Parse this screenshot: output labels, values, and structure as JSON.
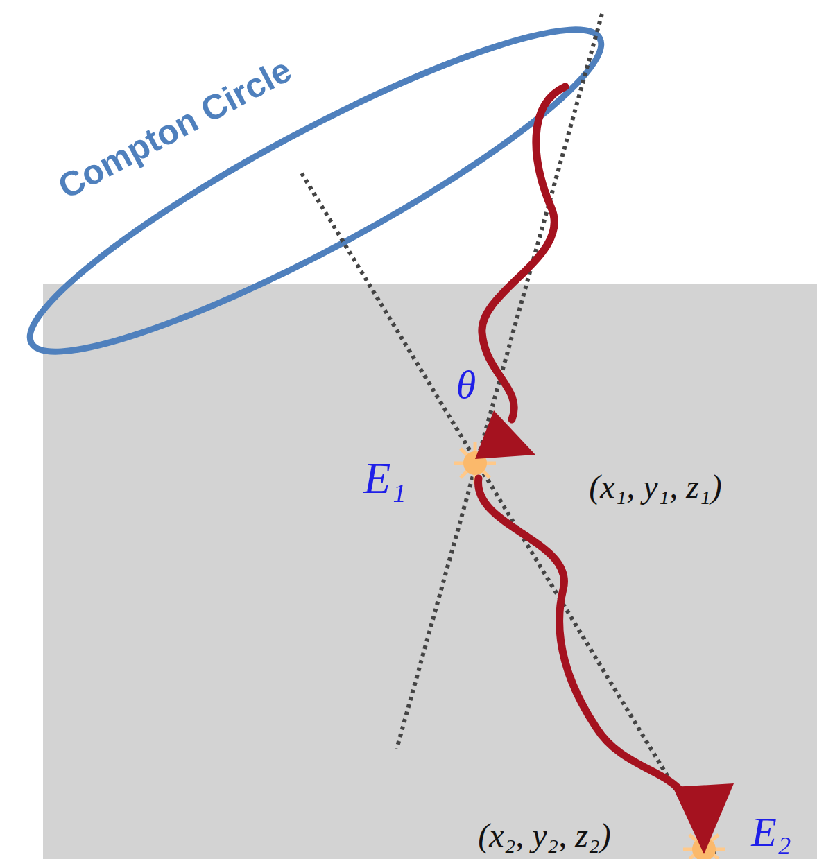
{
  "diagram": {
    "labels": [
      "Compton Circle",
      "θ",
      "E₁",
      "(x₁, y₁, z₁)",
      "(x₂, y₂, z₂)",
      "E₂"
    ]
  }
}
